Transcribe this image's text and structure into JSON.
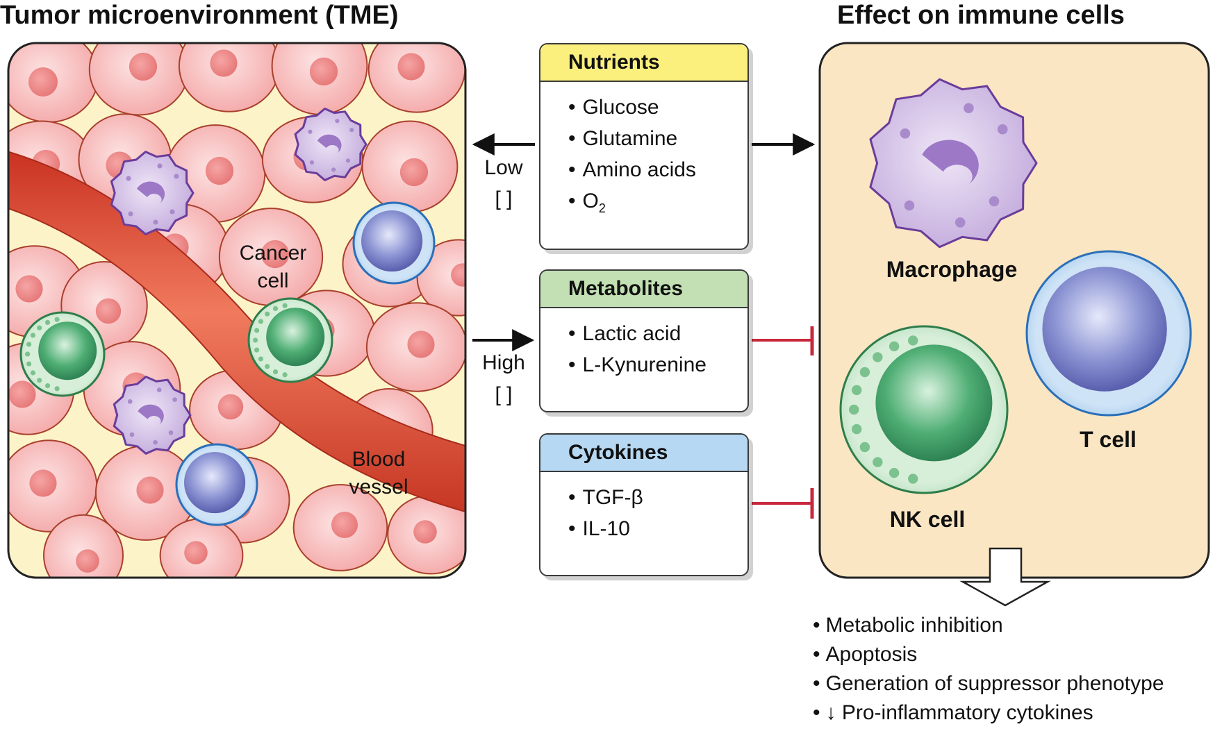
{
  "left_panel": {
    "title": "Tumor microenvironment (TME)",
    "cancer_cell_label": [
      "Cancer",
      "cell"
    ],
    "blood_vessel_label": [
      "Blood",
      "vessel"
    ]
  },
  "right_panel": {
    "title": "Effect on immune cells",
    "macrophage_label": "Macrophage",
    "t_cell_label": "T cell",
    "nk_cell_label": "NK cell"
  },
  "arrows": {
    "low_label": "Low",
    "low_bracket": "[ ]",
    "high_label": "High",
    "high_bracket": "[ ]"
  },
  "boxes": [
    {
      "title": "Nutrients",
      "header_color": "#fbf07e",
      "items": [
        "Glucose",
        "Glutamine",
        "Amino acids",
        "O",
        "2"
      ]
    },
    {
      "title": "Metabolites",
      "header_color": "#c2e0b4",
      "items": [
        "Lactic acid",
        "L-Kynurenine"
      ]
    },
    {
      "title": "Cytokines",
      "header_color": "#b6d8f2",
      "items": [
        "TGF-β",
        "IL-10"
      ]
    }
  ],
  "outcomes": [
    "Metabolic inhibition",
    "Apoptosis",
    "Generation of suppressor phenotype",
    "↓ Pro-inflammatory cytokines"
  ],
  "colors": {
    "tumor_cell_fill": "#f7b8b8",
    "tumor_cell_border": "#a8402c",
    "blood_vessel": "#e0503a",
    "right_panel_bg": "#fbe6c3",
    "inhibit_line": "#c8283c",
    "macrophage": "#c6b0dc",
    "t_cell": "#8b92cf",
    "nk_cell": "#4ea770"
  }
}
